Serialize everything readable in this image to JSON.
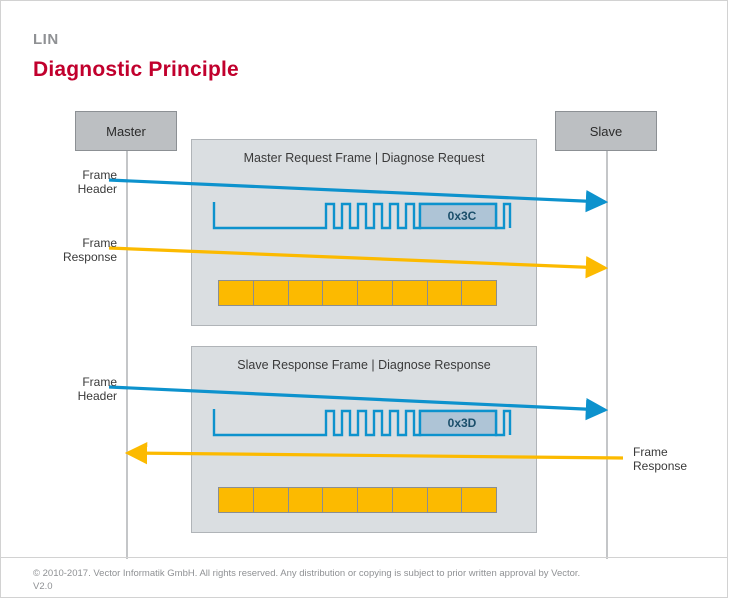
{
  "header": {
    "kicker": "LIN",
    "title": "Diagnostic Principle"
  },
  "actors": {
    "master": "Master",
    "slave": "Slave"
  },
  "panels": [
    {
      "id": "request",
      "title": "Master Request Frame | Diagnose Request",
      "frame_id": "0x3C",
      "data_bytes": 8
    },
    {
      "id": "response",
      "title": "Slave Response Frame | Diagnose Response",
      "frame_id": "0x3D",
      "data_bytes": 8
    }
  ],
  "annotations": {
    "frame_header_1": "Frame\nHeader",
    "frame_response_1": "Frame\nResponse",
    "frame_header_2": "Frame\nHeader",
    "frame_response_2": "Frame\nResponse",
    "frame_header_line1": "Frame",
    "frame_header_line2": "Header",
    "frame_response_line1": "Frame",
    "frame_response_line2": "Response"
  },
  "colors": {
    "brand_red": "#c1002d",
    "kicker_gray": "#8f9194",
    "arrow_blue": "#0d92cd",
    "arrow_orange": "#fcba00",
    "panel_fill": "#dadee1",
    "actor_fill": "#bcbfc2",
    "byte_fill": "#fcba00",
    "wave_blue": "#0d92cd",
    "id_box_fill": "#aec4d6"
  },
  "footer": {
    "copyright": "© 2010-2017. Vector Informatik GmbH. All rights reserved. Any distribution or copying is subject to prior written approval by Vector.",
    "version": "V2.0"
  }
}
